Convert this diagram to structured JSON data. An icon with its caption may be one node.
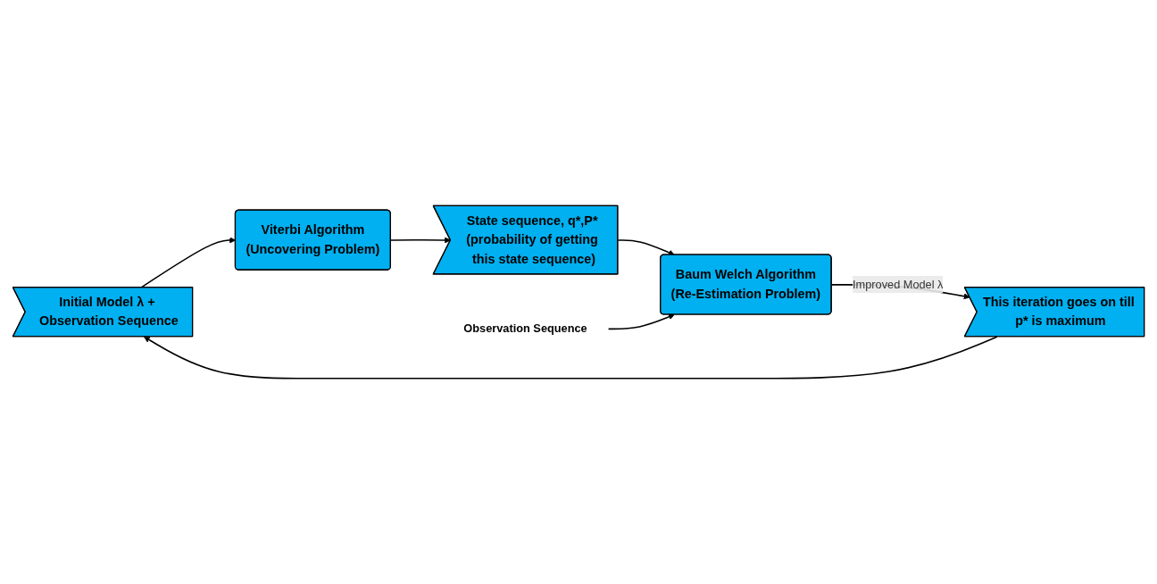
{
  "diagram": {
    "nodes": [
      {
        "text": [
          "Initial Model λ + Observation Sequence"
        ]
      },
      {
        "text": [
          "Viterbi Algorithm",
          "(Uncovering Problem)"
        ]
      },
      {
        "text": [
          "State sequence, q*,P* (probability of getting this state sequence)"
        ]
      },
      {
        "text": [
          "Baum Welch Algorithm",
          "(Re-Estimation Problem)"
        ]
      },
      {
        "text": [
          "Observation Sequence"
        ]
      },
      {
        "text": [
          "This iteration goes on till p* is maximum"
        ]
      }
    ],
    "edges": [
      {
        "from": 0,
        "to": 1,
        "arrow": "to"
      },
      {
        "from": 1,
        "to": 2,
        "arrow": "to"
      },
      {
        "from": 2,
        "to": 3,
        "arrow": "to"
      },
      {
        "from": 4,
        "to": 3,
        "arrow": "to"
      },
      {
        "from": 3,
        "to": 5,
        "arrow": "to",
        "label": "Improved Model λ"
      },
      {
        "from": 5,
        "to": 0,
        "arrow": "to"
      }
    ]
  }
}
